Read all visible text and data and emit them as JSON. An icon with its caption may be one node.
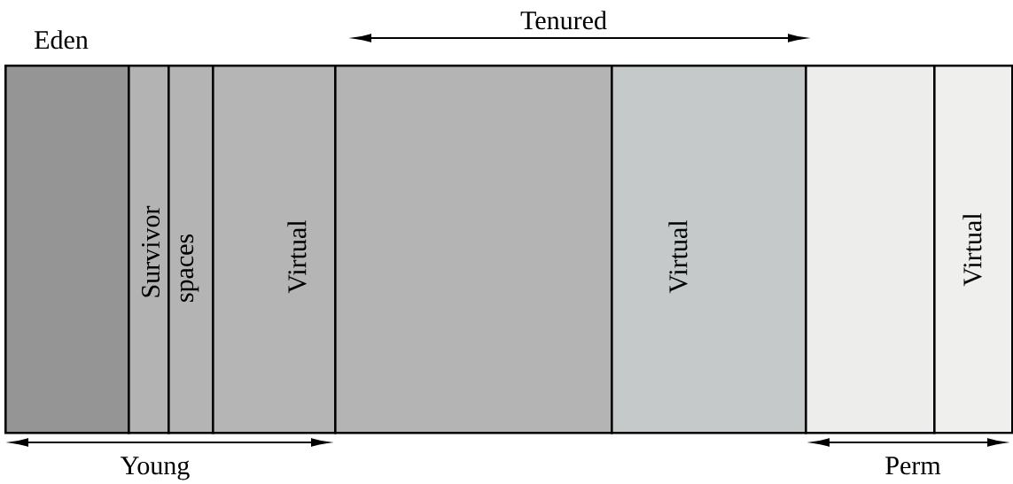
{
  "diagram": {
    "nodes": [
      {
        "text": [
          "Eden"
        ]
      },
      {
        "text": [
          "Survivor"
        ]
      },
      {
        "text": [
          "spaces"
        ]
      },
      {
        "text": [
          "Virtual"
        ]
      },
      {
        "text": [],
        "shape": "box"
      },
      {
        "text": [
          "Virtual"
        ]
      },
      {
        "text": [],
        "shape": "box"
      },
      {
        "text": [
          "Virtual"
        ]
      }
    ],
    "labels": [
      "Tenured",
      "Young",
      "Perm"
    ]
  }
}
